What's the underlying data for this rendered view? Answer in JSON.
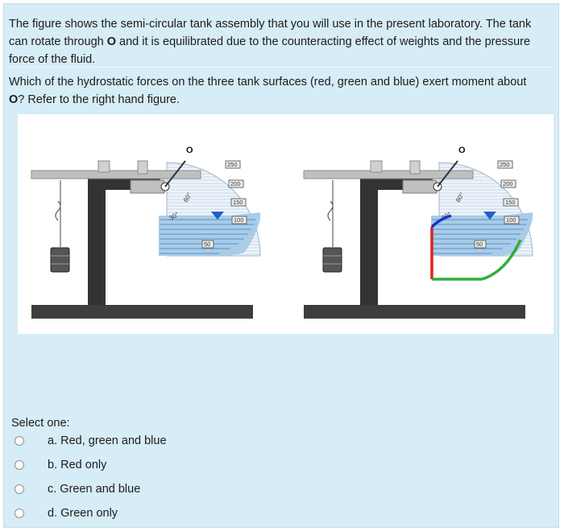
{
  "question": {
    "p1_a": "The figure shows the semi-circular tank assembly that you will use in the present laboratory. The tank can rotate through ",
    "p1_bold": "O",
    "p1_b": " and it is equilibrated due to the counteracting effect of weights and the pressure force of the fluid.",
    "p2_a": "Which of the hydrostatic forces on the three tank surfaces (red, green and blue) exert moment about ",
    "p2_bold": "O",
    "p2_b": "? Refer to the right hand figure."
  },
  "figure": {
    "pivot_label": "O",
    "scale_labels": [
      "250",
      "200",
      "150",
      "100",
      "50"
    ],
    "angle_labels": [
      "30°",
      "60°"
    ],
    "colors": {
      "water": "#a9cce8",
      "water_lines": "#5a8fc4",
      "stand": "#333333",
      "base": "#3d3d3d",
      "arm": "#bfbfbf",
      "red_surface": "#e02020",
      "green_surface": "#2fae3a",
      "blue_surface": "#1a33c8"
    }
  },
  "form": {
    "select_label": "Select one:",
    "options": [
      {
        "label": "a. Red, green and blue"
      },
      {
        "label": "b. Red only"
      },
      {
        "label": "c. Green and blue"
      },
      {
        "label": "d. Green only"
      }
    ]
  }
}
